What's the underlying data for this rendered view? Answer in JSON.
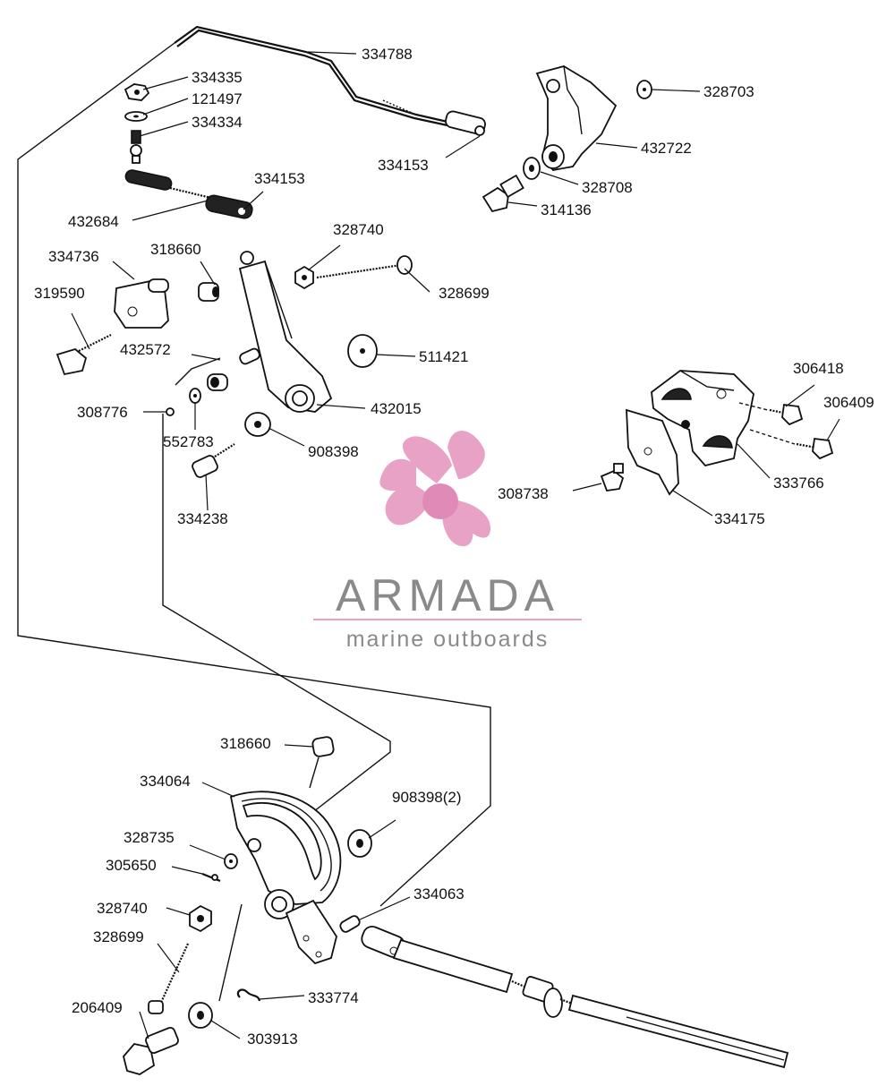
{
  "brand": {
    "name": "ARMADA",
    "tagline": "marine outboards",
    "logo_color": "#e7a2c6",
    "text_color": "#8a8a8a"
  },
  "parts": [
    {
      "id": "p334788",
      "label": "334788"
    },
    {
      "id": "p334335",
      "label": "334335"
    },
    {
      "id": "p121497",
      "label": "121497"
    },
    {
      "id": "p334334",
      "label": "334334"
    },
    {
      "id": "p328703",
      "label": "328703"
    },
    {
      "id": "p432722",
      "label": "432722"
    },
    {
      "id": "p334153a",
      "label": "334153"
    },
    {
      "id": "p328708",
      "label": "328708"
    },
    {
      "id": "p314136",
      "label": "314136"
    },
    {
      "id": "p334153b",
      "label": "334153"
    },
    {
      "id": "p432684",
      "label": "432684"
    },
    {
      "id": "p328740a",
      "label": "328740"
    },
    {
      "id": "p318660a",
      "label": "318660"
    },
    {
      "id": "p334736",
      "label": "334736"
    },
    {
      "id": "p328699a",
      "label": "328699"
    },
    {
      "id": "p319590",
      "label": "319590"
    },
    {
      "id": "p432572",
      "label": "432572"
    },
    {
      "id": "p511421",
      "label": "511421"
    },
    {
      "id": "p306418",
      "label": "306418"
    },
    {
      "id": "p308776",
      "label": "308776"
    },
    {
      "id": "p432015",
      "label": "432015"
    },
    {
      "id": "p306409",
      "label": "306409"
    },
    {
      "id": "p552783",
      "label": "552783"
    },
    {
      "id": "p908398a",
      "label": "908398"
    },
    {
      "id": "p333766",
      "label": "333766"
    },
    {
      "id": "p308738",
      "label": "308738"
    },
    {
      "id": "p334238",
      "label": "334238"
    },
    {
      "id": "p334175",
      "label": "334175"
    },
    {
      "id": "p318660b",
      "label": "318660"
    },
    {
      "id": "p334064",
      "label": "334064"
    },
    {
      "id": "p908398b",
      "label": "908398(2)"
    },
    {
      "id": "p328735",
      "label": "328735"
    },
    {
      "id": "p305650",
      "label": "305650"
    },
    {
      "id": "p334063",
      "label": "334063"
    },
    {
      "id": "p328740b",
      "label": "328740"
    },
    {
      "id": "p328699b",
      "label": "328699"
    },
    {
      "id": "p333774",
      "label": "333774"
    },
    {
      "id": "p206409",
      "label": "206409"
    },
    {
      "id": "p303913",
      "label": "303913"
    }
  ]
}
